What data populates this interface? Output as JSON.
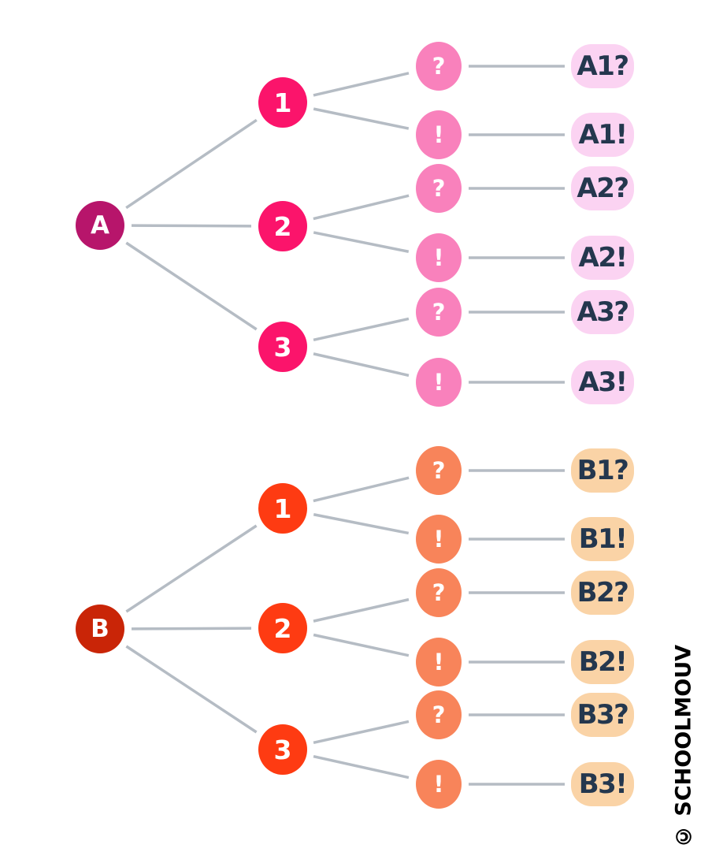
{
  "diagram": {
    "type": "tree",
    "edge_color": "#B5BCC4",
    "trees": [
      {
        "name": "A",
        "root": "A",
        "colors": {
          "root": "#B7156B",
          "branch": "#FB146B",
          "sub": "#F981BC",
          "leaf_bg": "#FBD3F2",
          "leaf_text": "#24374E"
        },
        "branches": [
          {
            "label": "1",
            "children": [
              {
                "symbol": "?",
                "outcome": "A1?"
              },
              {
                "symbol": "!",
                "outcome": "A1!"
              }
            ]
          },
          {
            "label": "2",
            "children": [
              {
                "symbol": "?",
                "outcome": "A2?"
              },
              {
                "symbol": "!",
                "outcome": "A2!"
              }
            ]
          },
          {
            "label": "3",
            "children": [
              {
                "symbol": "?",
                "outcome": "A3?"
              },
              {
                "symbol": "!",
                "outcome": "A3!"
              }
            ]
          }
        ]
      },
      {
        "name": "B",
        "root": "B",
        "colors": {
          "root": "#C92507",
          "branch": "#FE3B12",
          "sub": "#F8845A",
          "leaf_bg": "#FAD3A6",
          "leaf_text": "#24374E"
        },
        "branches": [
          {
            "label": "1",
            "children": [
              {
                "symbol": "?",
                "outcome": "B1?"
              },
              {
                "symbol": "!",
                "outcome": "B1!"
              }
            ]
          },
          {
            "label": "2",
            "children": [
              {
                "symbol": "?",
                "outcome": "B2?"
              },
              {
                "symbol": "!",
                "outcome": "B2!"
              }
            ]
          },
          {
            "label": "3",
            "children": [
              {
                "symbol": "?",
                "outcome": "B3?"
              },
              {
                "symbol": "!",
                "outcome": "B3!"
              }
            ]
          }
        ]
      }
    ]
  },
  "watermark": {
    "text": "© SCHOOLMOUV",
    "color": "#000000"
  }
}
